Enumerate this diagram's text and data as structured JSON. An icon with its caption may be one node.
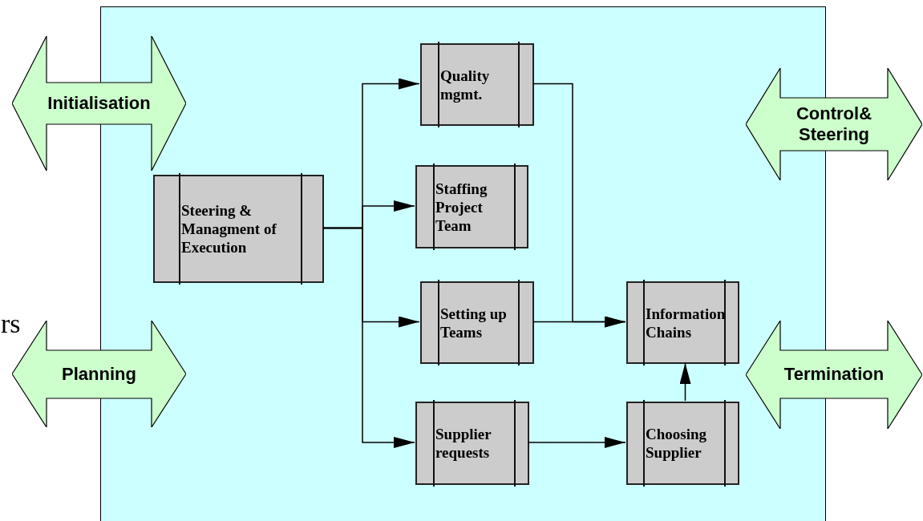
{
  "diagram": {
    "nodes": [
      {
        "text": [],
        "shape": "box"
      },
      {
        "text": [
          "Initialisation"
        ]
      },
      {
        "text": [
          "Planning"
        ]
      },
      {
        "text": [
          "Control& Steering"
        ]
      },
      {
        "text": [
          "Termination"
        ]
      },
      {
        "text": [
          "Steering & Managment of Execution"
        ],
        "in": 0
      },
      {
        "text": [
          "Quality mgmt."
        ],
        "in": 0
      },
      {
        "text": [
          "Staffing Project Team"
        ],
        "in": 0
      },
      {
        "text": [
          "Setting up Teams"
        ],
        "in": 0
      },
      {
        "text": [
          "Supplier requests"
        ],
        "in": 0
      },
      {
        "text": [
          "Information Chains"
        ],
        "in": 0
      },
      {
        "text": [
          "Choosing Supplier"
        ],
        "in": 0
      }
    ],
    "edges": [
      {
        "from": 5,
        "to": 6,
        "arrow": "to"
      },
      {
        "from": 5,
        "to": 7,
        "arrow": "to"
      },
      {
        "from": 5,
        "to": 8,
        "arrow": "to"
      },
      {
        "from": 5,
        "to": 9,
        "arrow": "to"
      },
      {
        "from": 6,
        "to": 10,
        "arrow": "to"
      },
      {
        "from": 8,
        "to": 10,
        "arrow": "to"
      },
      {
        "from": 9,
        "to": 11,
        "arrow": "to"
      },
      {
        "from": 11,
        "to": 10,
        "arrow": "to"
      }
    ],
    "labels": [
      "rs"
    ]
  }
}
